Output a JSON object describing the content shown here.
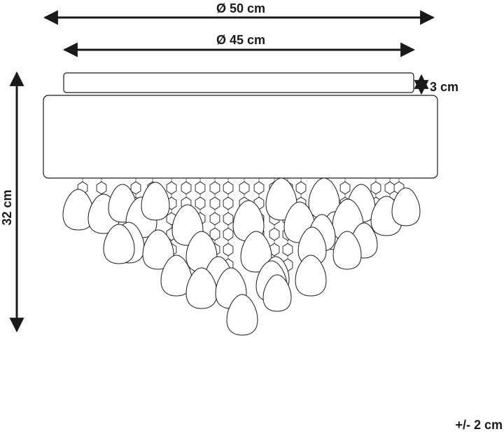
{
  "dimensions": {
    "outer_diameter_label": "Ø 50 cm",
    "inner_diameter_label": "Ø 45 cm",
    "canopy_height_label": "3 cm",
    "total_height_label": "32 cm",
    "tolerance_label": "+/- 2 cm"
  },
  "colors": {
    "line": "#1a1a1a",
    "background": "#ffffff"
  }
}
